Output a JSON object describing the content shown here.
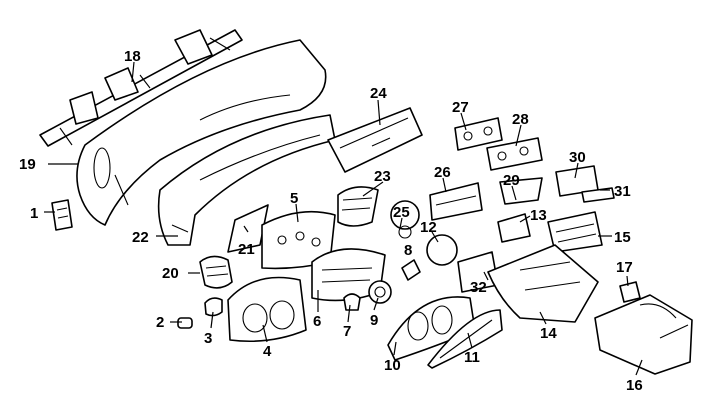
{
  "callouts": {
    "c1": "1",
    "c2": "2",
    "c3": "3",
    "c4": "4",
    "c5": "5",
    "c6": "6",
    "c7": "7",
    "c8": "8",
    "c9": "9",
    "c10": "10",
    "c11": "11",
    "c12": "12",
    "c13": "13",
    "c14": "14",
    "c15": "15",
    "c16": "16",
    "c17": "17",
    "c18": "18",
    "c19": "19",
    "c20": "20",
    "c21": "21",
    "c22": "22",
    "c23": "23",
    "c24": "24",
    "c25": "25",
    "c26": "26",
    "c27": "27",
    "c28": "28",
    "c29": "29",
    "c30": "30",
    "c31": "31",
    "c32": "32"
  },
  "colors": {
    "line": "#000000",
    "background": "#ffffff"
  }
}
